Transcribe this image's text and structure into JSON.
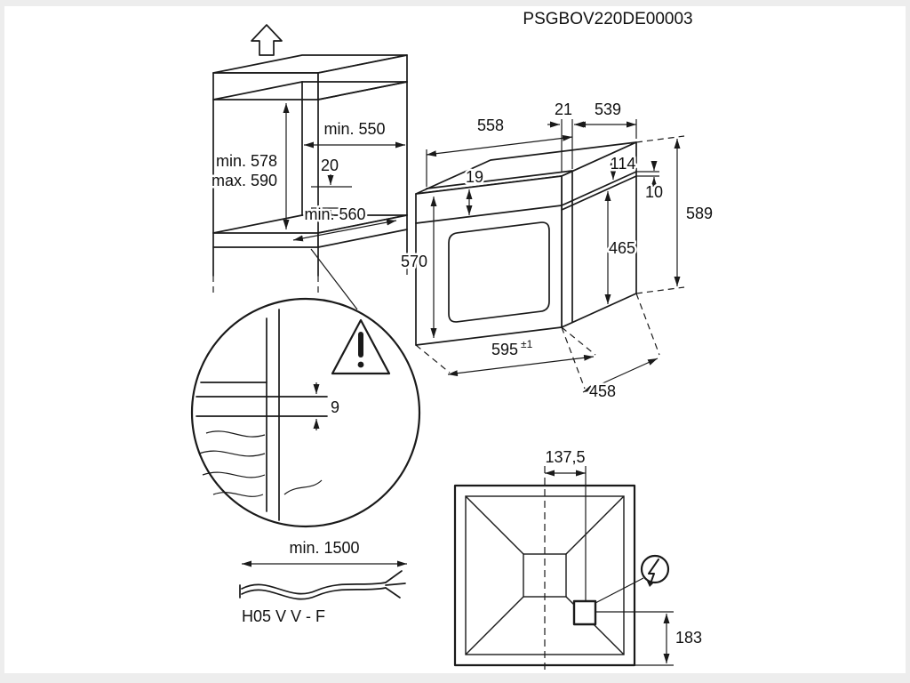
{
  "document_code": "PSGBOV220DE00003",
  "cabinet": {
    "inner_width": "min. 550",
    "niche_height_min": "min. 578",
    "niche_height_max": "max. 590",
    "rear_clearance": "20",
    "inner_depth": "min. 560"
  },
  "oven": {
    "body_width": "558",
    "body_depth": "539",
    "door_proud": "21",
    "top_clearance": "19",
    "control_panel_height": "114",
    "gap": "10",
    "door_height": "465",
    "overall_height": "589",
    "body_height": "570",
    "front_width": "595",
    "front_width_tolerance": "±1",
    "base_depth": "458"
  },
  "detail": {
    "ventilation_gap": "9"
  },
  "mains_cable": {
    "min_length": "min. 1500",
    "cable_type": "H05 V V - F"
  },
  "rear_view": {
    "conduit_offset": "137,5",
    "conduit_height": "183"
  }
}
